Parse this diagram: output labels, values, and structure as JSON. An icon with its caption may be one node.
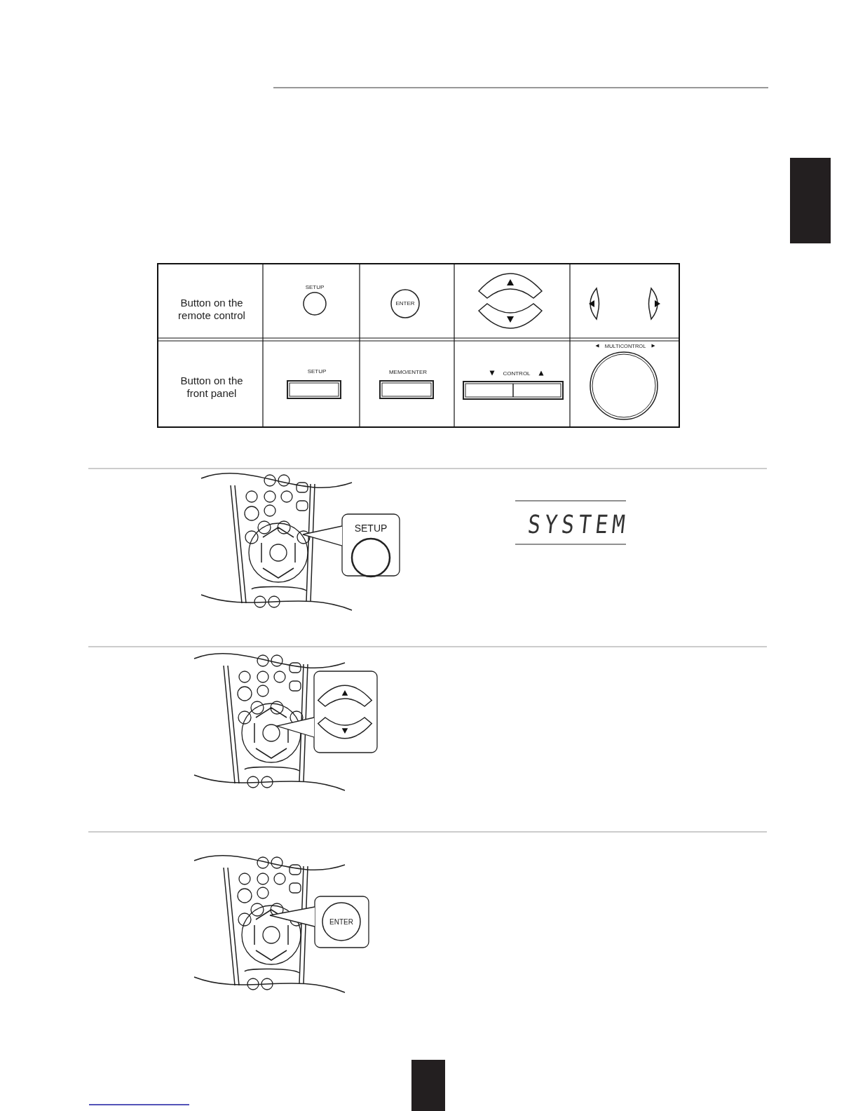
{
  "diagram": {
    "labels": [
      "Button on the remote control",
      "SETUP",
      "ENTER",
      "Button on the front panel",
      "SETUP",
      "MEMO/ENTER",
      "CONTROL",
      "MULTICONTROL",
      "SETUP",
      "SYSTEM",
      "ENTER"
    ]
  }
}
